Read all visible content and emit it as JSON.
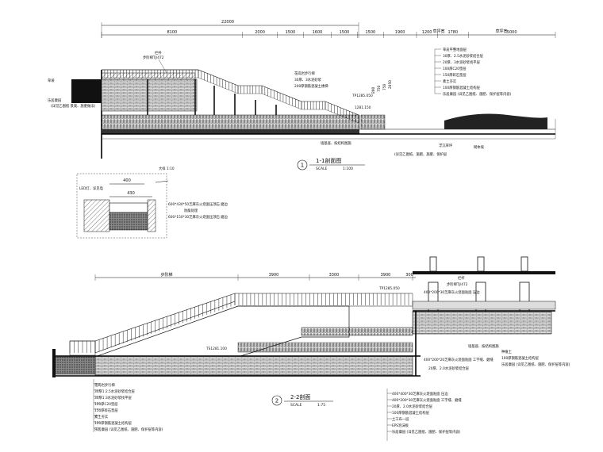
{
  "section1": {
    "dim_total": "22000",
    "dims": [
      "8100",
      "2000",
      "1500",
      "1600",
      "1500",
      "1500",
      "1900",
      "1200",
      "1780",
      "5000"
    ],
    "dim_words": [
      "草坪宽",
      "草坪宽"
    ],
    "labels": {
      "rail": "栏杆",
      "rail2": "步阶梯TJ/472",
      "left_a": "草坡",
      "left_b": "乐居康园",
      "left_c": "(详见乙图纸 景观、施肥做法)",
      "mid_a": "花岗岩步行梯",
      "mid_b": "30厚、3水泥砂浆",
      "mid_c": "200厚钢筋混凝土楼梯",
      "tp": "TP1285.050",
      "level": "1281.150",
      "vdims": [
        "800",
        "750",
        "750",
        "2850"
      ],
      "bottom_a": "墙基座、按结构图施",
      "bottom_b": "浮沉草坪",
      "bottom_c": "(详见乙图纸、施肥、施肥、保护层",
      "bottom_d": "砌体坡",
      "right_notes": [
        "草皮平整地面层",
        "30厚、2.5水泥砂浆结合层",
        "20厚、3水泥砂浆找平层",
        "100厚C20垫层",
        "150厚碎石垫层",
        "素土夯实",
        "100厚钢筋混凝土结构层",
        "乐居康园 (详见乙图纸、施肥、保护层等内容)"
      ]
    },
    "title": "1-1剖面图",
    "title_scale": "SCALE",
    "title_ratio": "1:100",
    "num": "1"
  },
  "detail": {
    "title": "大样 1:10",
    "dim1": "400",
    "dim2": "430",
    "led": "LED灯、详见电",
    "note_a": "600*430*50芝麻灰火烧面压顶石 磨边",
    "note_b": "防腐处理",
    "note_c": "600*150*30芝麻灰火烧面压顶石 磨边"
  },
  "section2": {
    "dims": [
      "步阶梯",
      "3900",
      "3300",
      "3900"
    ],
    "tp": "TP1285.050",
    "level": "TS1281.100",
    "dim_300": "300",
    "rail": "栏杆",
    "rail2": "步阶梯TJ/472",
    "mid_notes": [
      "400*200*30芝麻灰火烧面贴面 压边"
    ],
    "right_a": "墙基座、按结构图施",
    "right_b": "400*200*20芝麻灰火烧面贴面 工字缝、磨缝",
    "right_c": "20厚、2.0水泥砂浆结合层",
    "right_d": "种植土",
    "right_e": "100厚钢筋混凝土结构层",
    "right_f": "乐居康园 (详见乙图纸、施肥、保护层等内容)",
    "left_notes": [
      "花岗岩步行梯",
      "30厚1:2.5水泥砂浆结合层",
      "30厚1:3水泥砂浆找平层",
      "100厚C20垫层",
      "150厚碎石垫层",
      "素土夯实",
      "100厚钢筋混凝土结构层",
      "乐居康园 (详见乙图纸、施肥、保护层等内容)"
    ],
    "bottom_notes": [
      "400*400*30芝麻灰火烧面贴面 压边",
      "400*200*30芝麻灰火烧面贴面 工字缝、磨缝",
      "20厚、2.0水泥砂浆结合层",
      "100厚钢筋混凝土结构层",
      "土工布一层",
      "EPS泡沫板",
      "乐居康园 (详见乙图纸、施肥、保护层等内容)"
    ],
    "title": "2-2剖面",
    "title_scale": "SCALE",
    "title_ratio": "1:75",
    "num": "2"
  }
}
